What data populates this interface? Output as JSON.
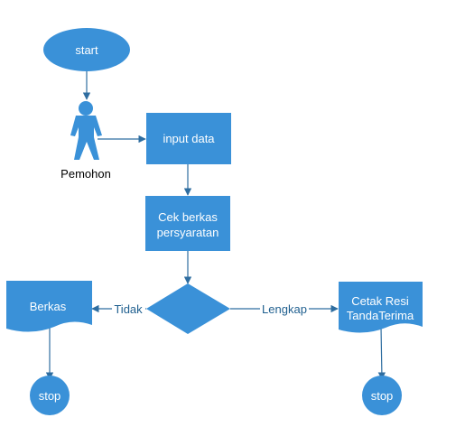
{
  "colors": {
    "node_fill": "#3a91d8",
    "edge_stroke": "#2e6da0",
    "edge_label": "#1f5f8f",
    "actor_label": "#000000"
  },
  "nodes": {
    "start": "start",
    "actor": "Pemohon",
    "input": "input data",
    "cek_line1": "Cek berkas",
    "cek_line2": "persyaratan",
    "berkas": "Berkas",
    "cetak_line1": "Cetak Resi",
    "cetak_line2": "TandaTerima",
    "stop_left": "stop",
    "stop_right": "stop"
  },
  "edges": {
    "tidak": "Tidak",
    "lengkap": "Lengkap"
  },
  "icons": {
    "actor": "person-icon"
  }
}
